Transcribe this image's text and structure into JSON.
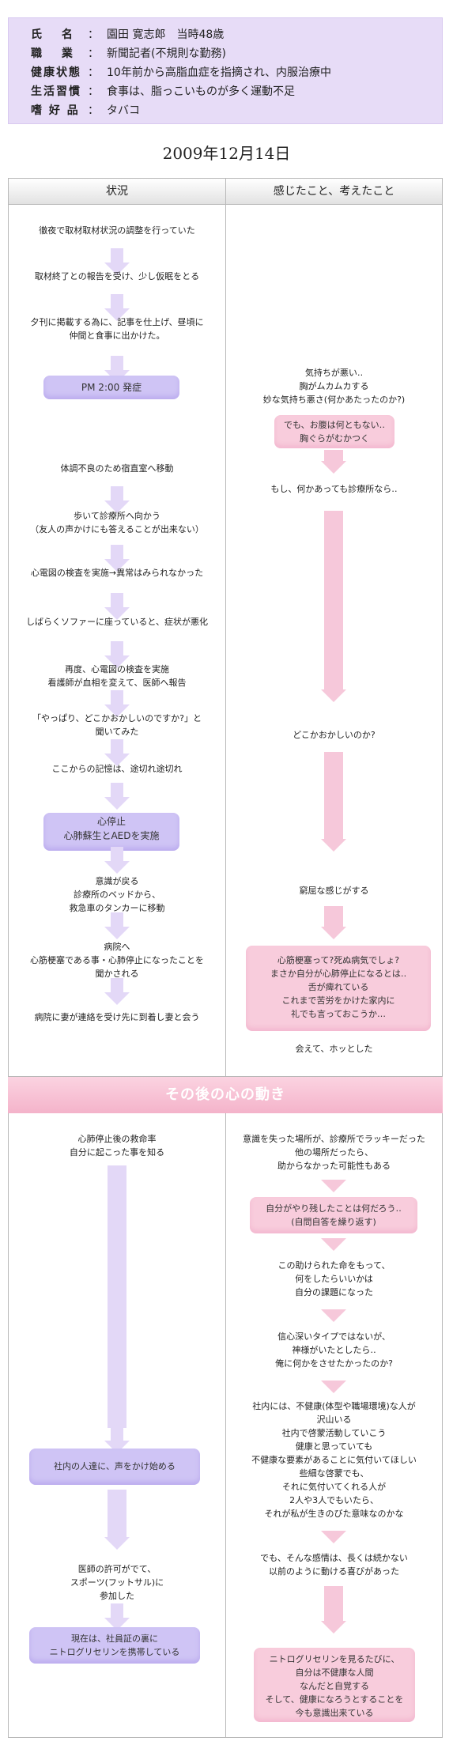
{
  "profile": {
    "rows": [
      {
        "label": "氏　 名",
        "value": "園田 寛志郎　当時48歳"
      },
      {
        "label": "職　 業",
        "value": "新聞記者(不規則な勤務)"
      },
      {
        "label": "健康状態",
        "value": "10年前から高脂血症を指摘され、内服治療中"
      },
      {
        "label": "生活習慣",
        "value": "食事は、脂っこいものが多く運動不足"
      },
      {
        "label": "嗜 好 品",
        "value": "タバコ"
      }
    ]
  },
  "date": "2009年12月14日",
  "table": {
    "header_left": "状況",
    "header_right": "感じたこと、考えたこと",
    "left": [
      "徹夜で取材取材状況の調整を行っていた",
      "取材終了との報告を受け、少し仮眠をとる",
      "夕刊に掲載する為に、記事を仕上げ、昼頃に\n仲間と食事に出かけた。",
      "PM 2:00 発症",
      "体調不良のため宿直室へ移動",
      "歩いて診療所へ向かう\n（友人の声かけにも答えることが出来ない）",
      "心電図の検査を実施→異常はみられなかった",
      "しばらくソファーに座っていると、症状が悪化",
      "再度、心電図の検査を実施\n看護師が血相を変えて、医師へ報告",
      "「やっぱり、どこかおかしいのですか?」と\n聞いてみた",
      "ここからの記憶は、途切れ途切れ",
      "心停止\n心肺蘇生とAEDを実施",
      "意識が戻る\n診療所のベッドから、\n救急車のタンカーに移動",
      "病院へ\n心筋梗塞である事・心肺停止になったことを\n聞かされる",
      "病院に妻が連絡を受け先に到着し妻と会う"
    ],
    "right": [
      "気持ちが悪い‥\n胸がムカムカする\n妙な気持ち悪さ(何かあたったのか?)",
      "でも、お腹は何ともない‥\n胸ぐらがむかつく",
      "もし、何かあっても診療所なら‥",
      "どこかおかしいのか?",
      "窮屈な感じがする",
      "心筋梗塞って?死ぬ病気でしょ?\nまさか自分が心肺停止になるとは‥\n舌が痺れている\nこれまで苦労をかけた家内に\n礼でも言っておこうか…",
      "会えて、ホッとした"
    ]
  },
  "section2": {
    "title": "その後の心の動き",
    "left": [
      "心肺停止後の救命率\n自分に起こった事を知る",
      "社内の人達に、声をかけ始める",
      "医師の許可がでて、\nスポーツ(フットサル)に\n参加した",
      "現在は、社員証の裏に\nニトログリセリンを携帯している"
    ],
    "right": [
      "意識を失った場所が、診療所でラッキーだった\n他の場所だったら、\n助からなかった可能性もある",
      "自分がやり残したことは何だろう‥\n(自問自答を繰り返す)",
      "この助けられた命をもって、\n何をしたらいいかは\n自分の課題になった",
      "信心深いタイプではないが、\n神様がいたとしたら‥\n俺に何かをさせたかったのか?",
      "社内には、不健康(体型や職場環境)な人が\n沢山いる\n社内で啓蒙活動していこう\n健康と思っていても\n不健康な要素があることに気付いてほしい\n些細な啓蒙でも、\nそれに気付いてくれる人が\n2人や3人でもいたら、\nそれが私が生きのびた意味なのかな",
      "でも、そんな感情は、長くは続かない\n以前のように動ける喜びがあった",
      "ニトログリセリンを見るたびに、\n自分は不健康な人間\nなんだと自覚する\nそして、健康になろうとすることを\n今も意識出来ている"
    ]
  }
}
